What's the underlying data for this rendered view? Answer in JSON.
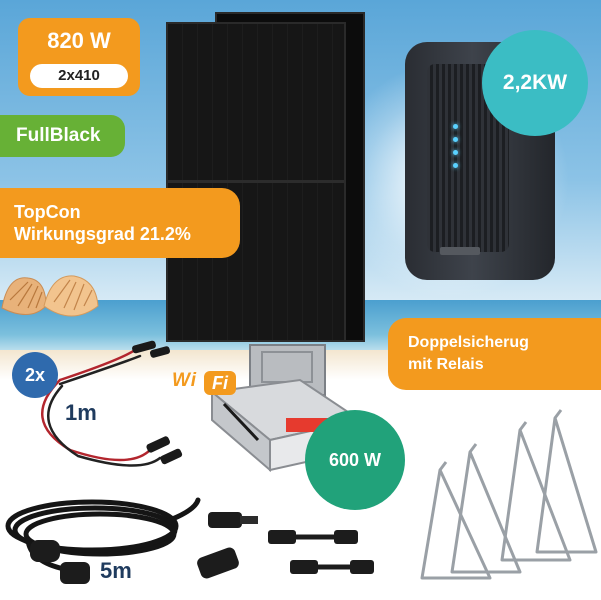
{
  "badges": {
    "power": "820 W",
    "power_detail": "2x410",
    "panel_type": "FullBlack",
    "technology_line1": "TopCon",
    "technology_line2": "Wirkungsgrad 21.2%",
    "battery_power": "2,2KW",
    "protection_line1": "Doppelsicherug",
    "protection_line2": "mit Relais",
    "inverter_power": "600 W",
    "cable_count": "2x"
  },
  "wifi": {
    "wi": "Wi",
    "fi": "Fi"
  },
  "cables": {
    "dc_length": "1m",
    "ac_length": "5m"
  },
  "colors": {
    "orange": "#f39a1e",
    "green": "#67b136",
    "teal": "#3bbdc4",
    "dark_green": "#21a27a",
    "blue": "#2f6aad"
  },
  "icons": [
    "solar-panel-icon",
    "battery-storage-icon",
    "microinverter-icon",
    "mc4-cable-icon",
    "schuko-cable-icon",
    "connector-icon",
    "mounting-bracket-icon",
    "shell-icon"
  ]
}
